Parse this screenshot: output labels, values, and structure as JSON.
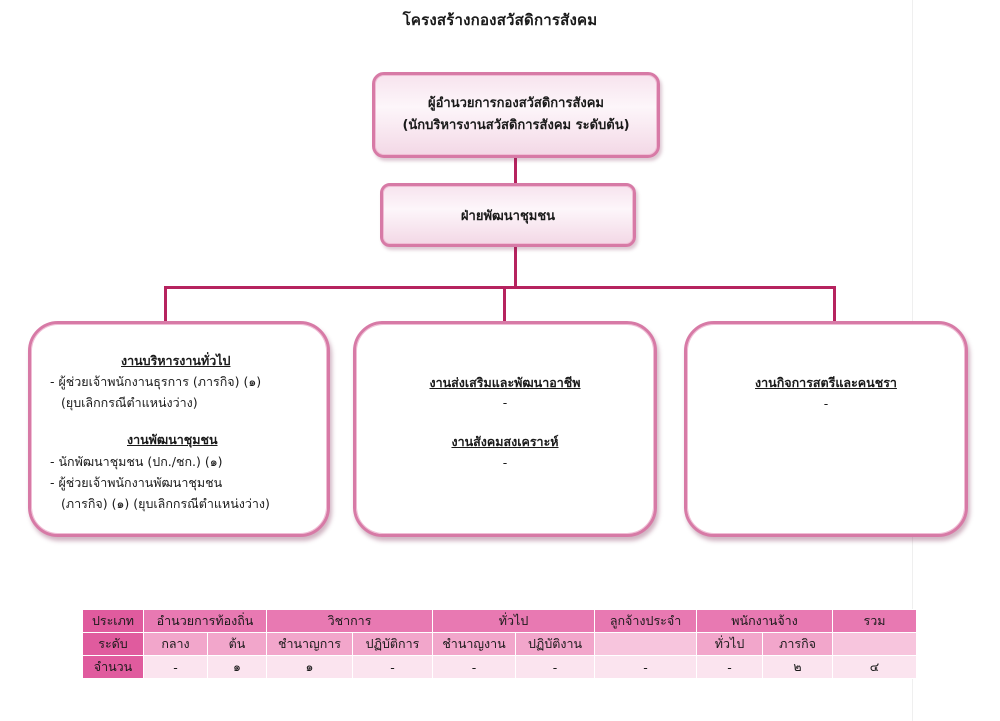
{
  "title": "โครงสร้างกองสวัสดิการสังคม",
  "top_box": {
    "line1": "ผู้อำนวยการกองสวัสดิการสังคม",
    "line2": "(นักบริหารงานสวัสดิการสังคม  ระดับต้น)"
  },
  "mid_box": {
    "label": "ฝ่ายพัฒนาชุมชน"
  },
  "left_box": {
    "heading1": "งานบริหารงานทั่วไป",
    "item1a": "- ผู้ช่วยเจ้าพนักงานธุรการ (ภารกิจ) (๑)",
    "item1b": "(ยุบเลิกกรณีตำแหน่งว่าง)",
    "heading2": "งานพัฒนาชุมชน",
    "item2a": "- นักพัฒนาชุมชน (ปก./ชก.) (๑)",
    "item2b": "- ผู้ช่วยเจ้าพนักงานพัฒนาชุมชน",
    "item2c": "(ภารกิจ) (๑)   (ยุบเลิกกรณีตำแหน่งว่าง)"
  },
  "center_box": {
    "heading1": "งานส่งเสริมและพัฒนาอาชีพ",
    "dash1": "-",
    "heading2": "งานสังคมสงเคราะห์",
    "dash2": "-"
  },
  "right_box": {
    "heading1": "งานกิจการสตรีและคนชรา",
    "dash1": "-"
  },
  "table": {
    "row1": {
      "label": "ประเภท",
      "local_admin": "อำนวยการท้องถิ่น",
      "academic": "วิชาการ",
      "general": "ทั่วไป",
      "permanent": "ลูกจ้างประจำ",
      "employee": "พนักงานจ้าง",
      "total": "รวม"
    },
    "row2": {
      "label": "ระดับ",
      "c1": "กลาง",
      "c2": "ต้น",
      "c3": "ชำนาญการ",
      "c4": "ปฏิบัติการ",
      "c5": "ชำนาญงาน",
      "c6": "ปฏิบัติงาน",
      "c7": "",
      "c8": "ทั่วไป",
      "c9": "ภารกิจ",
      "c10": ""
    },
    "row3": {
      "label": "จำนวน",
      "c1": "-",
      "c2": "๑",
      "c3": "๑",
      "c4": "-",
      "c5": "-",
      "c6": "-",
      "c7": "-",
      "c8": "-",
      "c9": "๒",
      "c10": "๔"
    }
  },
  "colors": {
    "box_border": "#d77aa6",
    "connector": "#b6235f",
    "table_header": "#e879b2",
    "table_label": "#e05b9e"
  }
}
